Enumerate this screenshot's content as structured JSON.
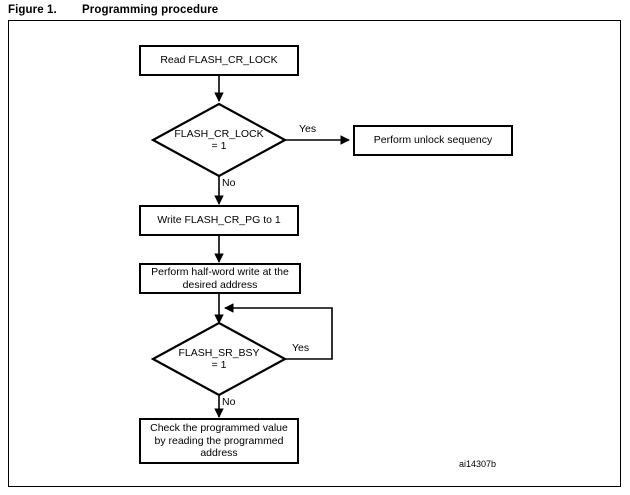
{
  "figure": {
    "label": "Figure 1.",
    "title": "Programming procedure",
    "id_tag": "ai14307b"
  },
  "diagram": {
    "type": "flowchart",
    "nodes": [
      {
        "id": "read-lock",
        "kind": "process",
        "text": "Read FLASH_CR_LOCK"
      },
      {
        "id": "lock-check",
        "kind": "decision",
        "line1": "FLASH_CR_LOCK",
        "line2": "= 1"
      },
      {
        "id": "unlock",
        "kind": "process",
        "text": "Perform unlock sequency"
      },
      {
        "id": "write-pg",
        "kind": "process",
        "text": "Write FLASH_CR_PG to 1"
      },
      {
        "id": "halfword-write",
        "kind": "process",
        "line1": "Perform half-word write at the",
        "line2": "desired address"
      },
      {
        "id": "bsy-check",
        "kind": "decision",
        "line1": "FLASH_SR_BSY",
        "line2": "= 1"
      },
      {
        "id": "check-value",
        "kind": "process",
        "line1": "Check the programmed value",
        "line2": "by reading the programmed",
        "line3": "address"
      }
    ],
    "edge_labels": {
      "lock_yes": "Yes",
      "lock_no": "No",
      "bsy_yes": "Yes",
      "bsy_no": "No"
    },
    "colors": {
      "stroke": "#000000",
      "fill": "#ffffff",
      "text": "#000000"
    }
  }
}
